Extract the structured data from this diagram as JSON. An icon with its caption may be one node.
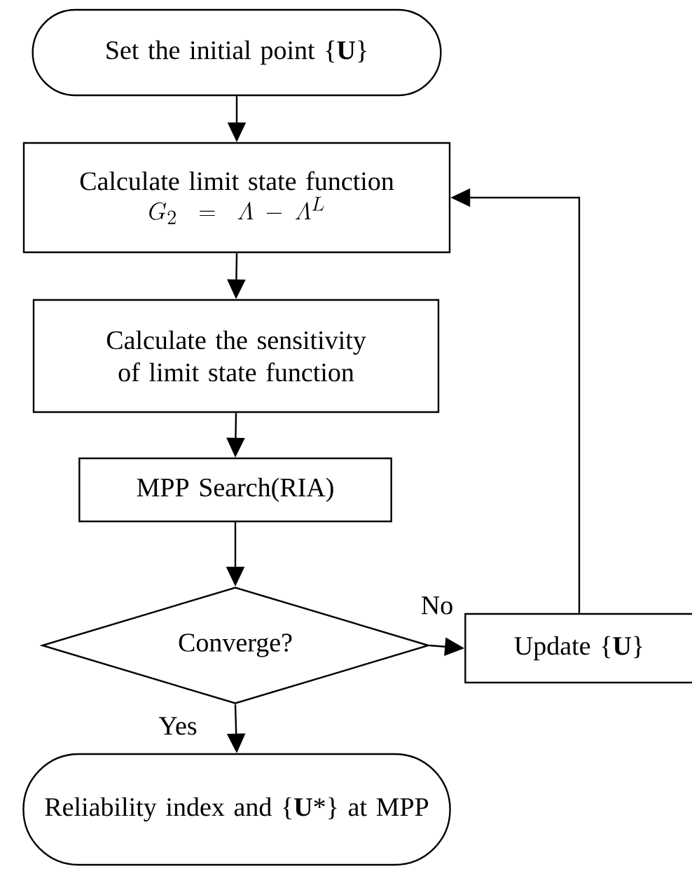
{
  "diagram": {
    "nodes": [
      {
        "text": [
          "Set the initial point {**U**}"
        ]
      },
      {
        "text": [
          "Calculate limit state function",
          "G_{2} = \\mathnormal{\\Lambda} - \\mathnormal{\\Lambda}^{L}"
        ]
      },
      {
        "text": [
          "Calculate the sensitivity of limit state function"
        ]
      },
      {
        "text": [
          "MPP Search(RIA)"
        ]
      },
      {
        "text": [
          "Converge?"
        ]
      },
      {
        "text": [
          "Update {**U**}"
        ]
      },
      {
        "text": [
          "Reliability index and {**U***} at MPP"
        ]
      }
    ],
    "edges": [
      {
        "from": 0,
        "to": 1,
        "arrow": "to"
      },
      {
        "from": 1,
        "to": 2,
        "arrow": "to"
      },
      {
        "from": 2,
        "to": 3,
        "arrow": "to"
      },
      {
        "from": 3,
        "to": 4,
        "arrow": "to"
      },
      {
        "from": 4,
        "to": 5,
        "arrow": "to",
        "label": "No"
      },
      {
        "from": 4,
        "to": 6,
        "arrow": "to",
        "label": "Yes"
      },
      {
        "from": 5,
        "to": 1,
        "arrow": "to"
      }
    ]
  }
}
